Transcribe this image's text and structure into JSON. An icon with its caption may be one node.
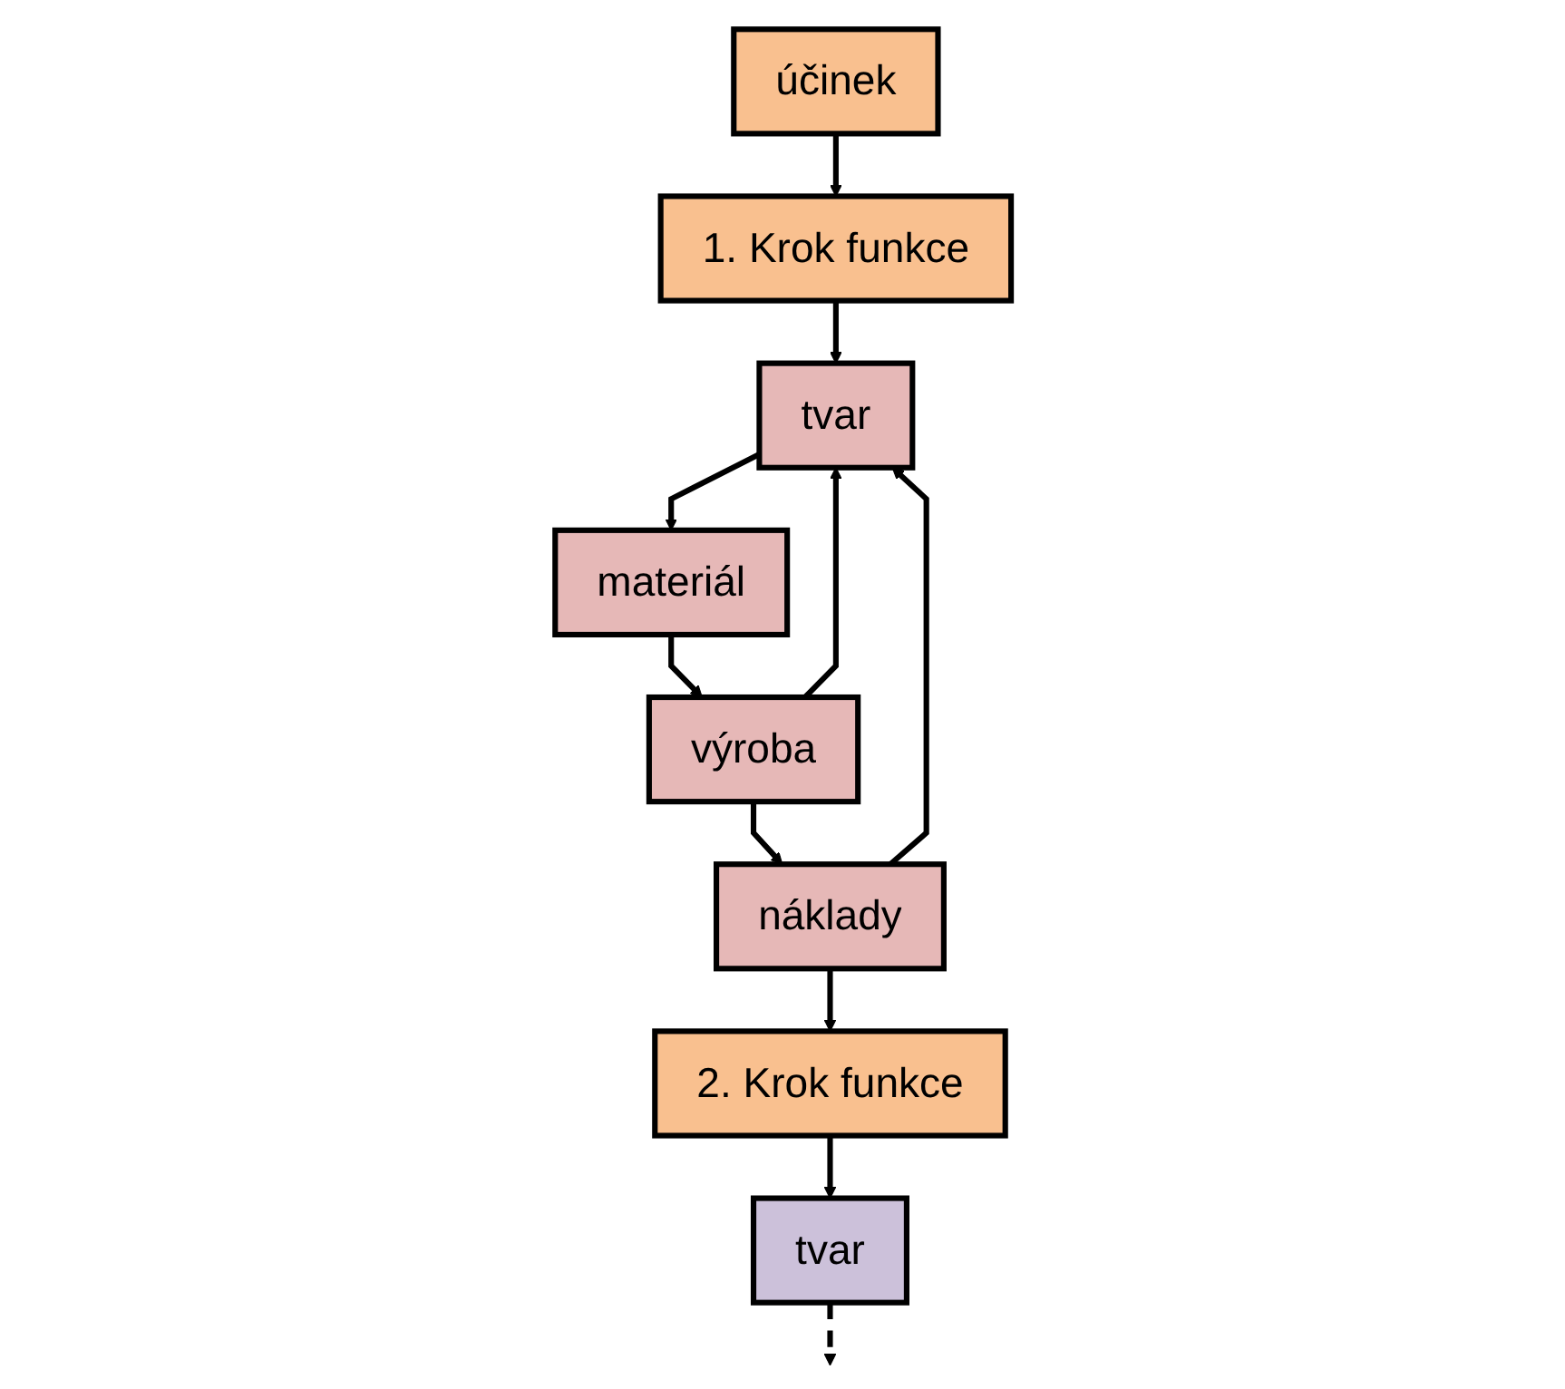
{
  "diagram": {
    "nodes": [
      {
        "text": [
          "účinek"
        ]
      },
      {
        "text": [
          "1. Krok funkce"
        ]
      },
      {
        "text": [
          "tvar"
        ]
      },
      {
        "text": [
          "materiál"
        ]
      },
      {
        "text": [
          "výroba"
        ]
      },
      {
        "text": [
          "náklady"
        ]
      },
      {
        "text": [
          "2. Krok funkce"
        ]
      },
      {
        "text": [
          "tvar"
        ]
      }
    ],
    "edges": [
      {
        "from": 0,
        "to": 1,
        "arrow": "to"
      },
      {
        "from": 1,
        "to": 2,
        "arrow": "to"
      },
      {
        "from": 2,
        "to": 3,
        "arrow": "to"
      },
      {
        "from": 3,
        "to": 4,
        "arrow": "to"
      },
      {
        "from": 4,
        "to": 2,
        "arrow": "to"
      },
      {
        "from": 4,
        "to": 5,
        "arrow": "to"
      },
      {
        "from": 5,
        "to": 2,
        "arrow": "to"
      },
      {
        "from": 5,
        "to": 6,
        "arrow": "to"
      },
      {
        "from": 6,
        "to": 7,
        "arrow": "to"
      },
      {
        "from": 7,
        "to": null,
        "arrow": "to",
        "style": "dashed"
      }
    ]
  }
}
